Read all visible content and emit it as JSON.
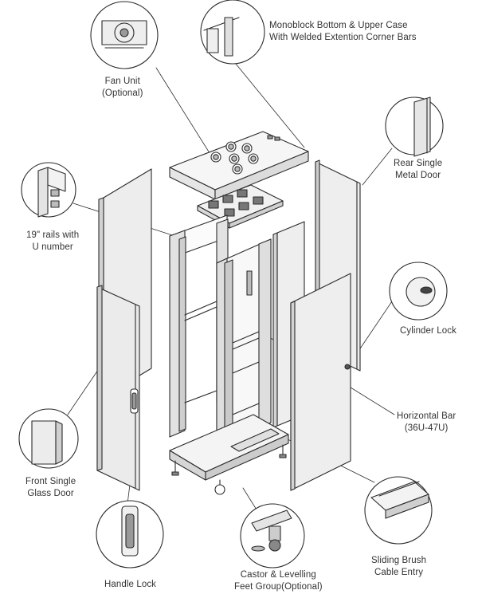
{
  "labels": {
    "monoblock": {
      "line1": "Monoblock Bottom & Upper Case",
      "line2": "With Welded Extention Corner Bars"
    },
    "fan_unit": {
      "line1": "Fan Unit",
      "line2": "(Optional)"
    },
    "rear_door": {
      "line1": "Rear Single",
      "line2": "Metal Door"
    },
    "rails": {
      "line1": "19\" rails with",
      "line2": "U number"
    },
    "cylinder_lock": {
      "line1": "Cylinder Lock"
    },
    "horizontal_bar": {
      "line1": "Horizontal Bar",
      "line2": "(36U-47U)"
    },
    "front_door": {
      "line1": "Front Single",
      "line2": "Glass Door"
    },
    "handle_lock": {
      "line1": "Handle Lock"
    },
    "castor": {
      "line1": "Castor & Levelling",
      "line2": "Feet Group(Optional)"
    },
    "brush": {
      "line1": "Sliding Brush",
      "line2": "Cable Entry"
    }
  },
  "colors": {
    "line": "#2b2b2b",
    "panel": "#e9e9e9",
    "panel_dark": "#cfcfcf",
    "background": "#ffffff"
  }
}
